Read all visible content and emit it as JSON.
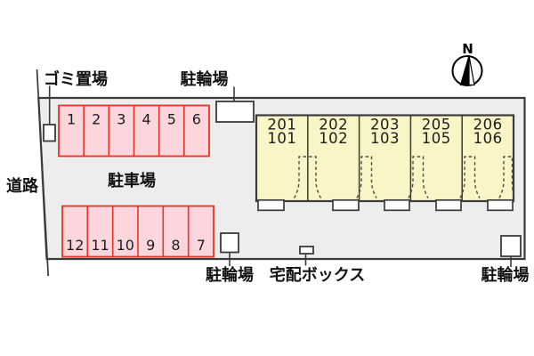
{
  "colors": {
    "site-fill": "#ededed",
    "outline": "#3b3b3b",
    "parking-fill": "#fcd5dd",
    "parking-stroke": "#e93323",
    "building-fill": "#faf5c6",
    "box-fill": "#ffffff",
    "text": "#111111"
  },
  "labels": {
    "road": "道路",
    "garbage_area": "ゴミ置場",
    "bicycle_top": "駐輪場",
    "bicycle_bottom_left": "駐輪場",
    "bicycle_bottom_right": "駐輪場",
    "delivery_box": "宅配ボックス",
    "parking_lot": "駐車場"
  },
  "compass": {
    "north": "N"
  },
  "parking": {
    "top_row": {
      "spaces": [
        "1",
        "2",
        "3",
        "4",
        "5",
        "6"
      ]
    },
    "bottom_row": {
      "spaces": [
        "12",
        "11",
        "10",
        "9",
        "8",
        "7"
      ]
    }
  },
  "building": {
    "units": [
      {
        "upper": "201",
        "lower": "101"
      },
      {
        "upper": "202",
        "lower": "102"
      },
      {
        "upper": "203",
        "lower": "103"
      },
      {
        "upper": "205",
        "lower": "105"
      },
      {
        "upper": "206",
        "lower": "106"
      }
    ]
  }
}
